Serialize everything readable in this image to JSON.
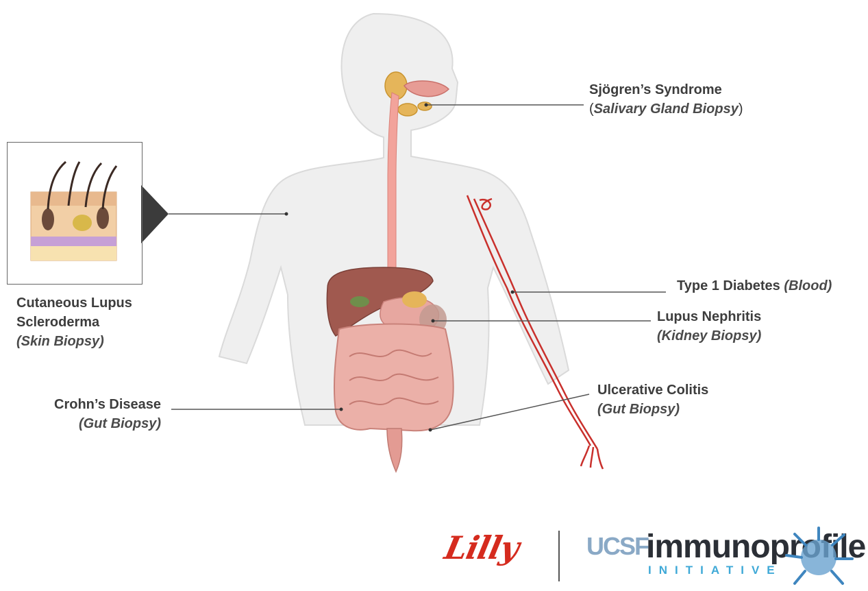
{
  "labels": {
    "sjogren": {
      "name": "Sjögren’s Syndrome",
      "sub_open": "(",
      "sub": "Salivary Gland Biopsy",
      "sub_close": ")"
    },
    "skin": {
      "line1": "Cutaneous Lupus",
      "line2": "Scleroderma",
      "sub": "(Skin Biopsy)"
    },
    "diabetes": {
      "name": "Type 1 Diabetes",
      "sub": "(Blood)"
    },
    "nephritis": {
      "name": "Lupus Nephritis",
      "sub": "(Kidney Biopsy)"
    },
    "crohns": {
      "name": "Crohn’s Disease",
      "sub": "(Gut Biopsy)"
    },
    "colitis": {
      "name": "Ulcerative Colitis",
      "sub": "(Gut Biopsy)"
    }
  },
  "logos": {
    "lilly": "Lilly",
    "ucsf": "UCSF",
    "immunoprofile": "immunoprofile",
    "initiative": "INITIATIVE"
  },
  "colors": {
    "body": "#ececec",
    "artery": "#c9302c",
    "esophagus": "#f2a39b",
    "intestine": "#e8a29a",
    "liver": "#a0594f",
    "gland": "#e5b55a",
    "leader_line": "#555555",
    "lilly_red": "#d52b1e",
    "immunoprofile_blue": "#3fa9d7"
  }
}
